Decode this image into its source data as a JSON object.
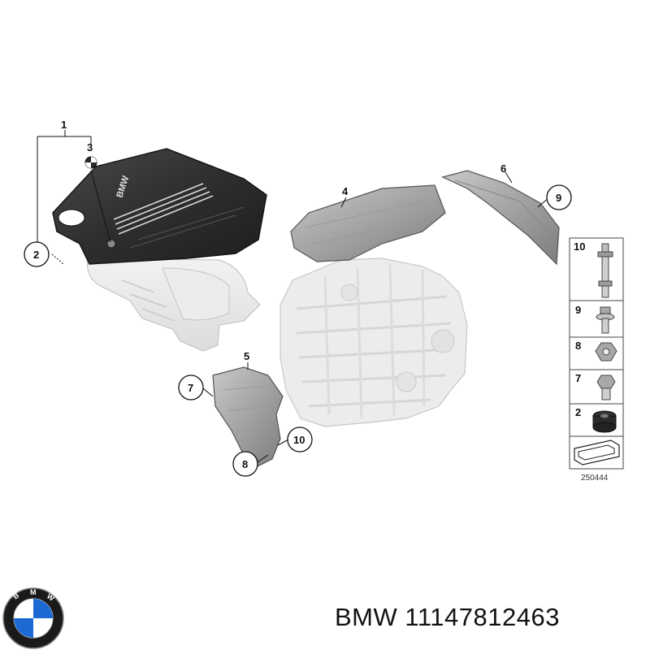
{
  "callouts": [
    {
      "id": "c1",
      "label": "1"
    },
    {
      "id": "c2",
      "label": "2"
    },
    {
      "id": "c3",
      "label": "3"
    },
    {
      "id": "c4",
      "label": "4"
    },
    {
      "id": "c5",
      "label": "5"
    },
    {
      "id": "c6",
      "label": "6"
    },
    {
      "id": "c7",
      "label": "7"
    },
    {
      "id": "c8",
      "label": "8"
    },
    {
      "id": "c9",
      "label": "9"
    },
    {
      "id": "c10",
      "label": "10"
    }
  ],
  "legend": {
    "items": [
      {
        "label": "10"
      },
      {
        "label": "9"
      },
      {
        "label": "8"
      },
      {
        "label": "7"
      },
      {
        "label": "2"
      }
    ],
    "reference_number": "250444"
  },
  "engine_cover_emblem": "BMW",
  "caption": {
    "brand": "BMW",
    "part_number": "11147812463"
  },
  "logo": {
    "lettering": "BMW",
    "colors": {
      "blue": "#1c69d4",
      "ring": "#1a1a1a",
      "white": "#ffffff"
    }
  }
}
